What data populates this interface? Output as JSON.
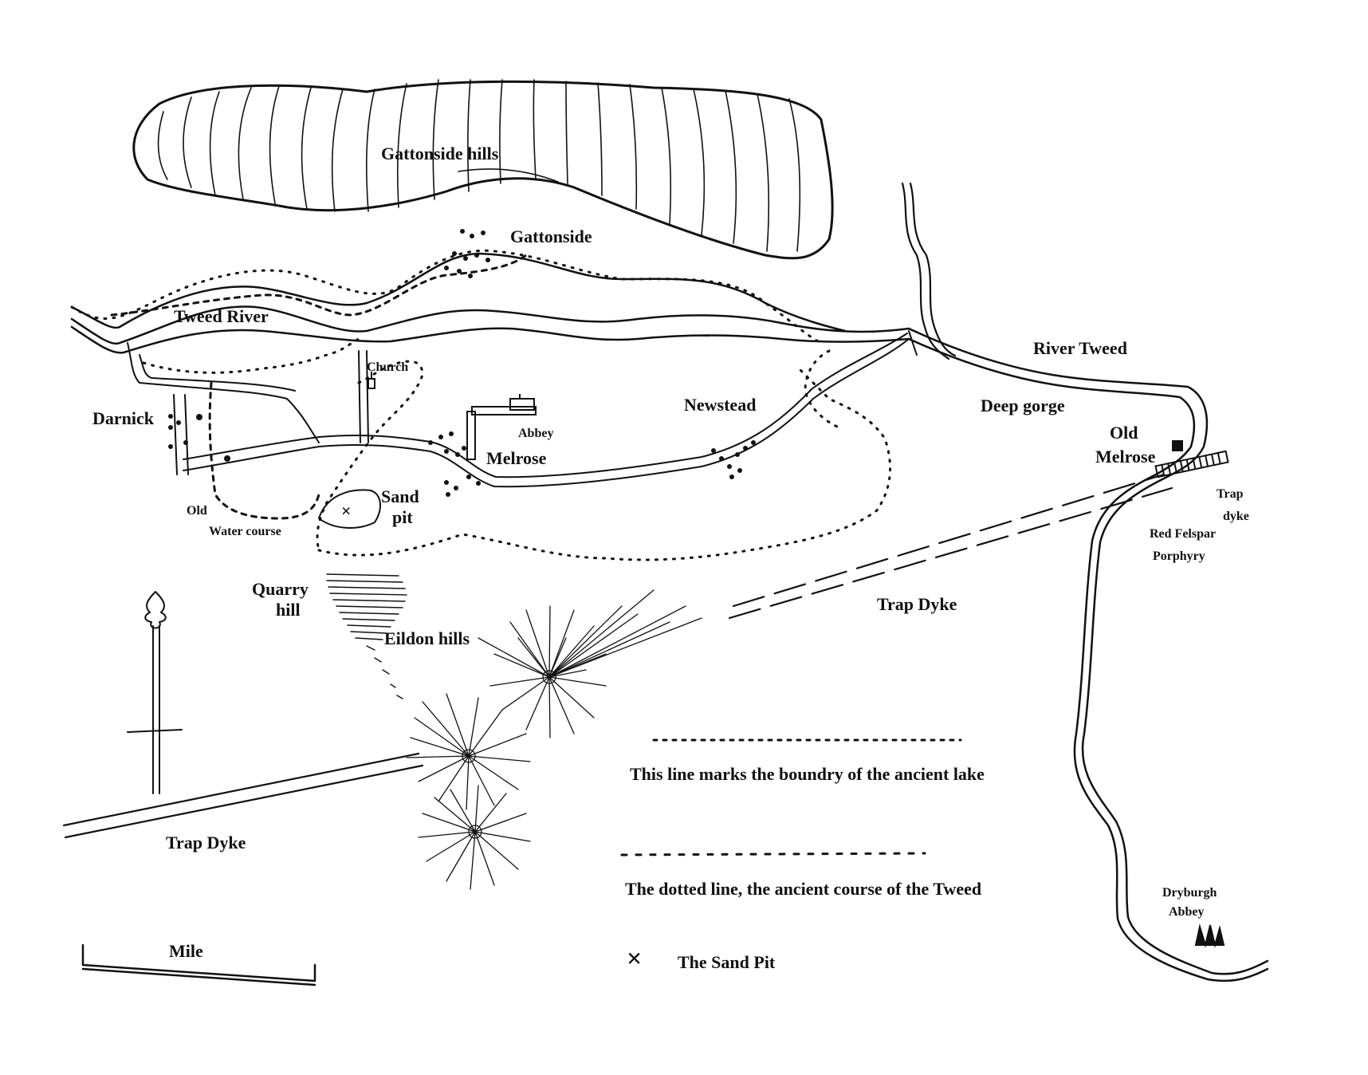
{
  "map": {
    "labels": {
      "gattonside_hills": "Gattonside hills",
      "gattonside": "Gattonside",
      "tweed_river": "Tweed River",
      "river_tweed": "River Tweed",
      "church": "Church",
      "darnick": "Darnick",
      "abbey": "Abbey",
      "melrose": "Melrose",
      "newstead": "Newstead",
      "deep_gorge": "Deep gorge",
      "old_melrose_1": "Old",
      "old_melrose_2": "Melrose",
      "sand_1": "Sand",
      "sand_2": "pit",
      "old_water_1": "Old",
      "old_water_2": "Water course",
      "quarry_1": "Quarry",
      "quarry_2": "hill",
      "eildon_hills": "Eildon hills",
      "trap_dyke_east": "Trap Dyke",
      "trap_dyke_west": "Trap Dyke",
      "trap_dyke_small_1": "Trap",
      "trap_dyke_small_2": "dyke",
      "red_felspar_1": "Red Felspar",
      "red_felspar_2": "Porphyry",
      "dryburgh_1": "Dryburgh",
      "dryburgh_2": "Abbey",
      "scale_label": "Mile"
    },
    "legend": {
      "lake_boundary": "This line marks the boundry of the ancient lake",
      "ancient_course": "The dotted line, the ancient course of the Tweed",
      "sand_pit": "The Sand Pit"
    },
    "symbols": {
      "sand_pit_mark": "×",
      "north_arrow": "north-arrow-icon",
      "scale_bar": "scale-bar-icon"
    },
    "ink_color": "#111111",
    "paper_color": "#ffffff"
  }
}
